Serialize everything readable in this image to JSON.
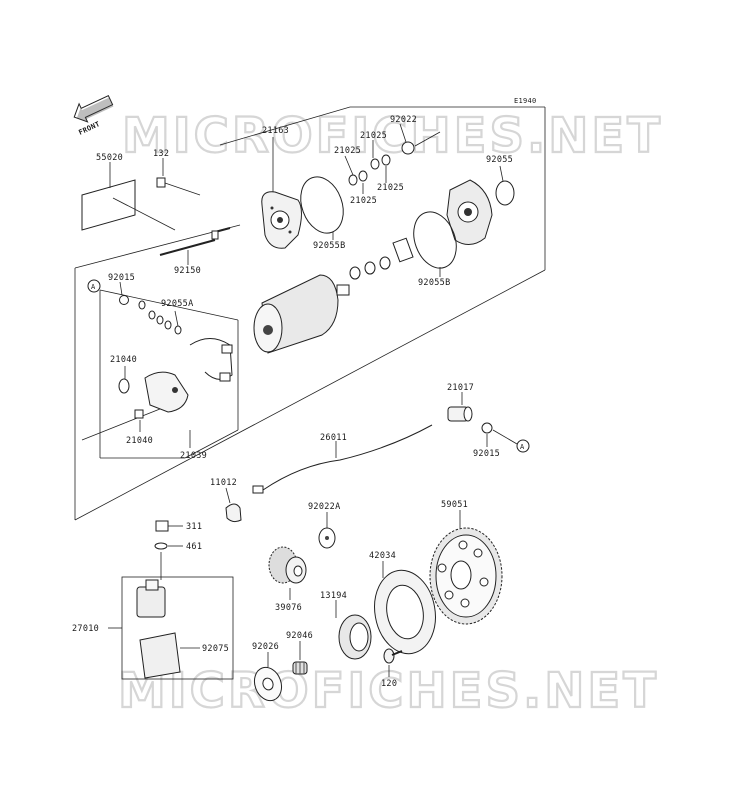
{
  "diagram_code": "E1940",
  "front_label": "FRONT",
  "watermark": "MICROFICHES.NET",
  "callouts": {
    "ref_a_1": "A",
    "ref_a_2": "A"
  },
  "parts": {
    "p21163": "21163",
    "p92022": "92022",
    "p21025_a": "21025",
    "p21025_b": "21025",
    "p21025_c": "21025",
    "p21025_d": "21025",
    "p92055": "92055",
    "p55020": "55020",
    "p132": "132",
    "p92055B_a": "92055B",
    "p92055B_b": "92055B",
    "p92150": "92150",
    "p92015_a": "92015",
    "p92055A": "92055A",
    "p21040_a": "21040",
    "p21040_b": "21040",
    "p21039": "21039",
    "p21017": "21017",
    "p26011": "26011",
    "p92015_b": "92015",
    "p11012": "11012",
    "p92022A": "92022A",
    "p59051": "59051",
    "p311": "311",
    "p461": "461",
    "p42034": "42034",
    "p39076": "39076",
    "p13194": "13194",
    "p27010": "27010",
    "p92075": "92075",
    "p92026": "92026",
    "p92046": "92046",
    "p120": "120"
  }
}
